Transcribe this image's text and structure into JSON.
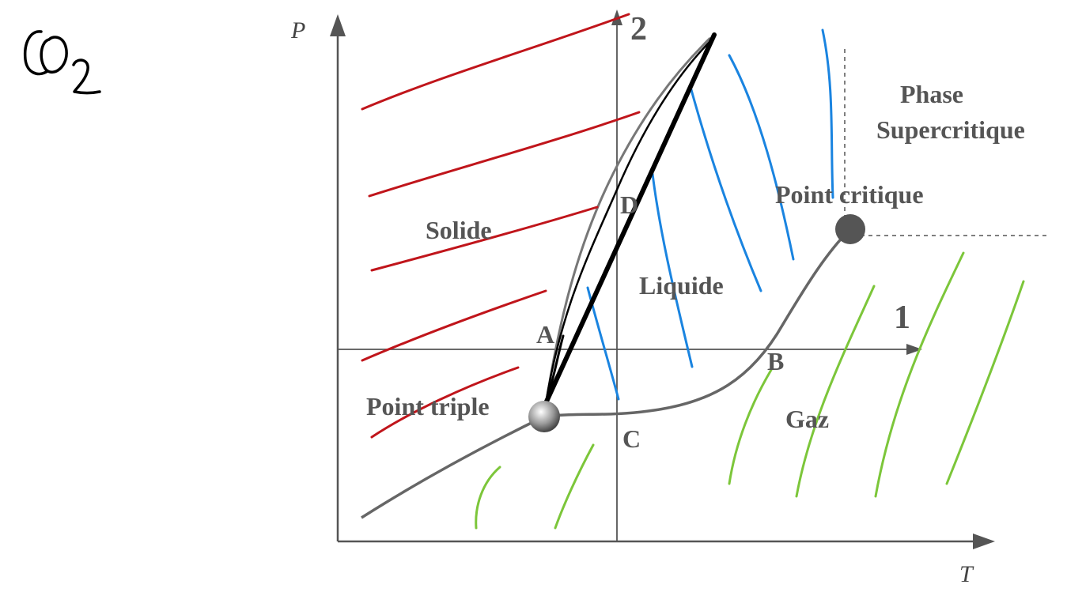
{
  "title_handwritten": "CO₂",
  "axes": {
    "y_label": "P",
    "x_label": "T"
  },
  "regions": {
    "solid": "Solide",
    "liquid": "Liquide",
    "gas": "Gaz",
    "supercritical_line1": "Phase",
    "supercritical_line2": "Supercritique"
  },
  "points": {
    "triple": "Point triple",
    "critical": "Point critique",
    "A": "A",
    "B": "B",
    "C": "C",
    "D": "D"
  },
  "lines": {
    "line1": "1",
    "line2": "2"
  },
  "colors": {
    "solid_hatch": "#c0151b",
    "liquid_hatch": "#1a84e0",
    "gas_hatch": "#7cc63a",
    "curves": "#666666",
    "axes": "#555555",
    "overlay": "#000000"
  }
}
